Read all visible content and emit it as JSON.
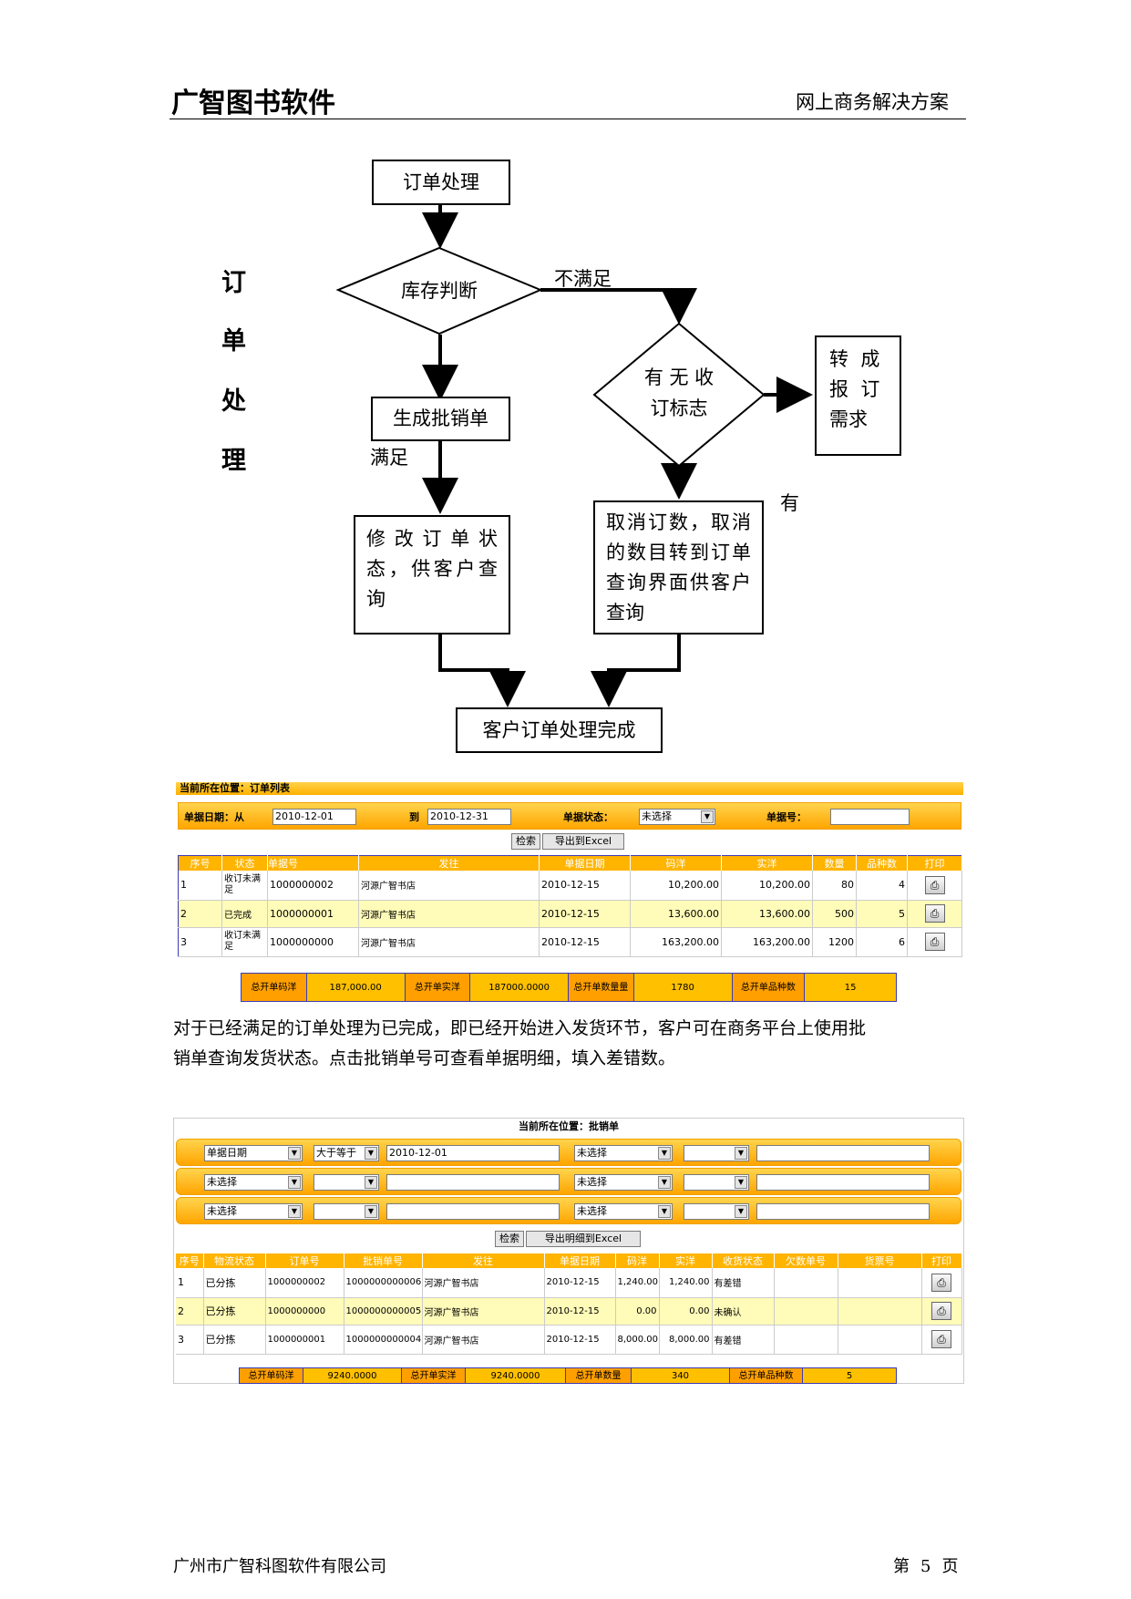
{
  "header": {
    "left": "广智图书软件",
    "right": "网上商务解决方案"
  },
  "footer": {
    "company": "广州市广智科图软件有限公司",
    "page_prefix": "第",
    "page_number": "5",
    "page_suffix": "页"
  },
  "flowchart": {
    "side_title": [
      "订",
      "单",
      "处",
      "理"
    ],
    "order_processing": "订单处理",
    "stock_check": "库存判断",
    "not_satisfied": "不满足",
    "satisfied": "满足",
    "generate_invoice": "生成批销单",
    "has_order_flag": [
      "有 无 收",
      "订标志"
    ],
    "has": "有",
    "convert_demand": [
      "转  成",
      "报  订",
      "需求"
    ],
    "modify_status": [
      "修 改 订 单 状",
      "态，供客户查",
      "询"
    ],
    "cancel_count": [
      "取消订数，取消",
      "的数目转到订单",
      "查询界面供客户",
      "查询"
    ],
    "done": "客户订单处理完成"
  },
  "order_list": {
    "breadcrumb": "当前所在位置：订单列表",
    "date_label": "单据日期：从",
    "date_from": "2010-12-01",
    "to_label": "到",
    "date_to": "2010-12-31",
    "status_label": "单据状态：",
    "status_value": "未选择",
    "no_label": "单据号：",
    "search_btn": "检索",
    "export_btn": "导出到Excel",
    "columns": [
      "序号",
      "状态",
      "单据号",
      "发往",
      "单据日期",
      "码洋",
      "实洋",
      "数量",
      "品种数",
      "打印"
    ],
    "rows": [
      {
        "no": "1",
        "status": "收订未满足",
        "doc": "1000000002",
        "dest": "河源广智书店",
        "date": "2010-12-15",
        "list": "10,200.00",
        "real": "10,200.00",
        "qty": "80",
        "kinds": "4"
      },
      {
        "no": "2",
        "status": "已完成",
        "doc": "1000000001",
        "dest": "河源广智书店",
        "date": "2010-12-15",
        "list": "13,600.00",
        "real": "13,600.00",
        "qty": "500",
        "kinds": "5"
      },
      {
        "no": "3",
        "status": "收订未满足",
        "doc": "1000000000",
        "dest": "河源广智书店",
        "date": "2010-12-15",
        "list": "163,200.00",
        "real": "163,200.00",
        "qty": "1200",
        "kinds": "6"
      }
    ],
    "summary": {
      "l1": "总开单码洋",
      "v1": "187,000.00",
      "l2": "总开单实洋",
      "v2": "187000.0000",
      "l3": "总开单数量量",
      "v3": "1780",
      "l4": "总开单品种数",
      "v4": "15"
    }
  },
  "paragraph": [
    "对于已经满足的订单处理为已完成，即已经开始进入发货环节，客户可在商务平台上使用批",
    "销单查询发货状态。点击批销单号可查看单据明细，填入差错数。"
  ],
  "invoice_list": {
    "breadcrumb": "当前所在位置：批销单",
    "row1": {
      "field": "单据日期",
      "op": "大于等于",
      "value": "2010-12-01",
      "field2": "未选择",
      "op2": ""
    },
    "row2": {
      "field": "未选择",
      "op": "",
      "value": "",
      "field2": "未选择",
      "op2": ""
    },
    "row3": {
      "field": "未选择",
      "op": "",
      "value": "",
      "field2": "未选择",
      "op2": ""
    },
    "search_btn": "检索",
    "export_btn": "导出明细到Excel",
    "columns": [
      "序号",
      "物流状态",
      "订单号",
      "批销单号",
      "发往",
      "单据日期",
      "码洋",
      "实洋",
      "收货状态",
      "欠数单号",
      "货票号",
      "打印"
    ],
    "rows": [
      {
        "no": "1",
        "status": "已分拣",
        "order": "1000000002",
        "inv": "1000000000006",
        "dest": "河源广智书店",
        "date": "2010-12-15",
        "list": "1,240.00",
        "real": "1,240.00",
        "recv": "有差错"
      },
      {
        "no": "2",
        "status": "已分拣",
        "order": "1000000000",
        "inv": "1000000000005",
        "dest": "河源广智书店",
        "date": "2010-12-15",
        "list": "0.00",
        "real": "0.00",
        "recv": "未确认"
      },
      {
        "no": "3",
        "status": "已分拣",
        "order": "1000000001",
        "inv": "1000000000004",
        "dest": "河源广智书店",
        "date": "2010-12-15",
        "list": "8,000.00",
        "real": "8,000.00",
        "recv": "有差错"
      }
    ],
    "summary": {
      "l1": "总开单码洋",
      "v1": "9240.0000",
      "l2": "总开单实洋",
      "v2": "9240.0000",
      "l3": "总开单数量",
      "v3": "340",
      "l4": "总开单品种数",
      "v4": "5"
    }
  },
  "icons": {
    "printer": "printer-icon",
    "dropdown": "chevron-down-icon"
  }
}
